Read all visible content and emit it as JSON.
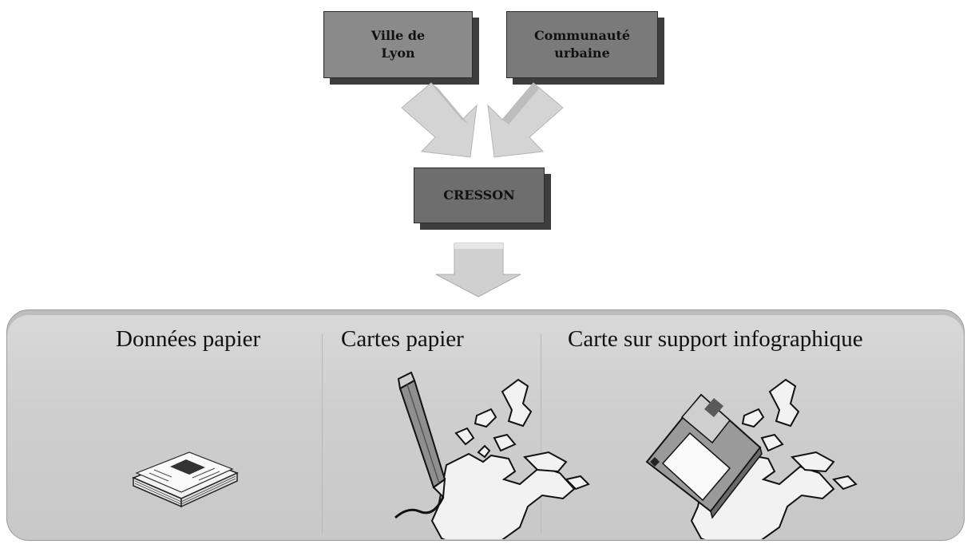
{
  "boxes": {
    "ville_de_lyon": "Ville de\nLyon",
    "communaute_urbaine": "Communauté\nurbaine",
    "cresson": "CRESSON"
  },
  "panel": {
    "columns": [
      {
        "title": "Données papier",
        "icon": "paper-stack-icon"
      },
      {
        "title": "Cartes papier",
        "icon": "map-with-pencil-icon"
      },
      {
        "title": "Carte sur support infographique",
        "icon": "map-with-floppy-disk-icon"
      }
    ]
  },
  "colors": {
    "box_lyon": "#8a8a8a",
    "box_communaute": "#7a7a7a",
    "box_cresson": "#6e6e6e",
    "arrow": "#cfcfcf",
    "panel": "#d0d0d0"
  }
}
